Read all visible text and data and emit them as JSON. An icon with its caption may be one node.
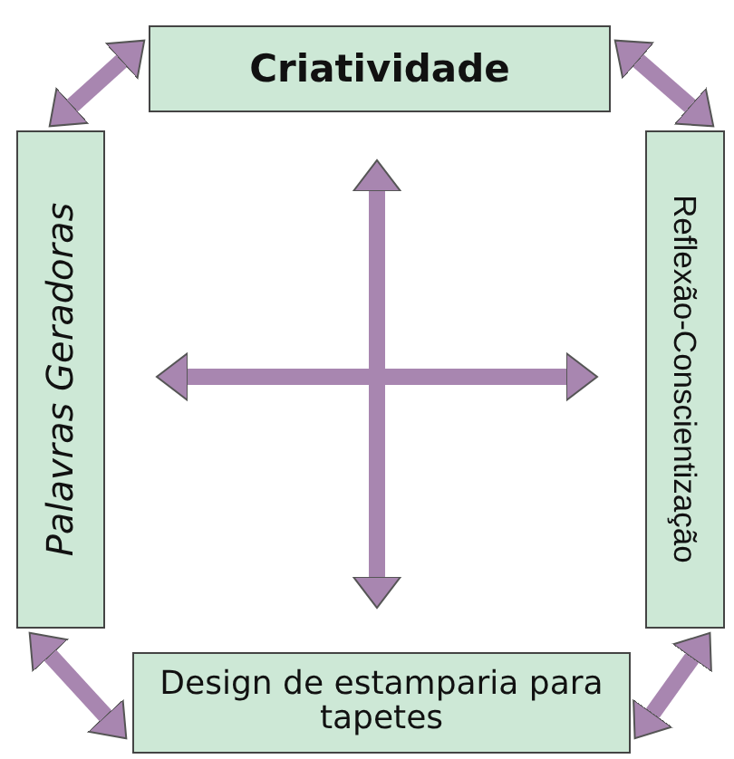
{
  "diagram": {
    "nodes": [
      {
        "text": [
          "Criatividade"
        ]
      },
      {
        "text": [
          "Palavras Geradoras"
        ]
      },
      {
        "text": [
          "Reflexão-Conscientização"
        ]
      },
      {
        "text": [
          "Design de estamparia para tapetes"
        ]
      }
    ],
    "edges": [
      {
        "from": 1,
        "to": 0,
        "arrow": "both"
      },
      {
        "from": 0,
        "to": 2,
        "arrow": "both"
      },
      {
        "from": 1,
        "to": 3,
        "arrow": "both"
      },
      {
        "from": 2,
        "to": 3,
        "arrow": "both"
      },
      {
        "from": 0,
        "to": 3,
        "arrow": "both"
      },
      {
        "from": 1,
        "to": 2,
        "arrow": "both"
      }
    ]
  }
}
